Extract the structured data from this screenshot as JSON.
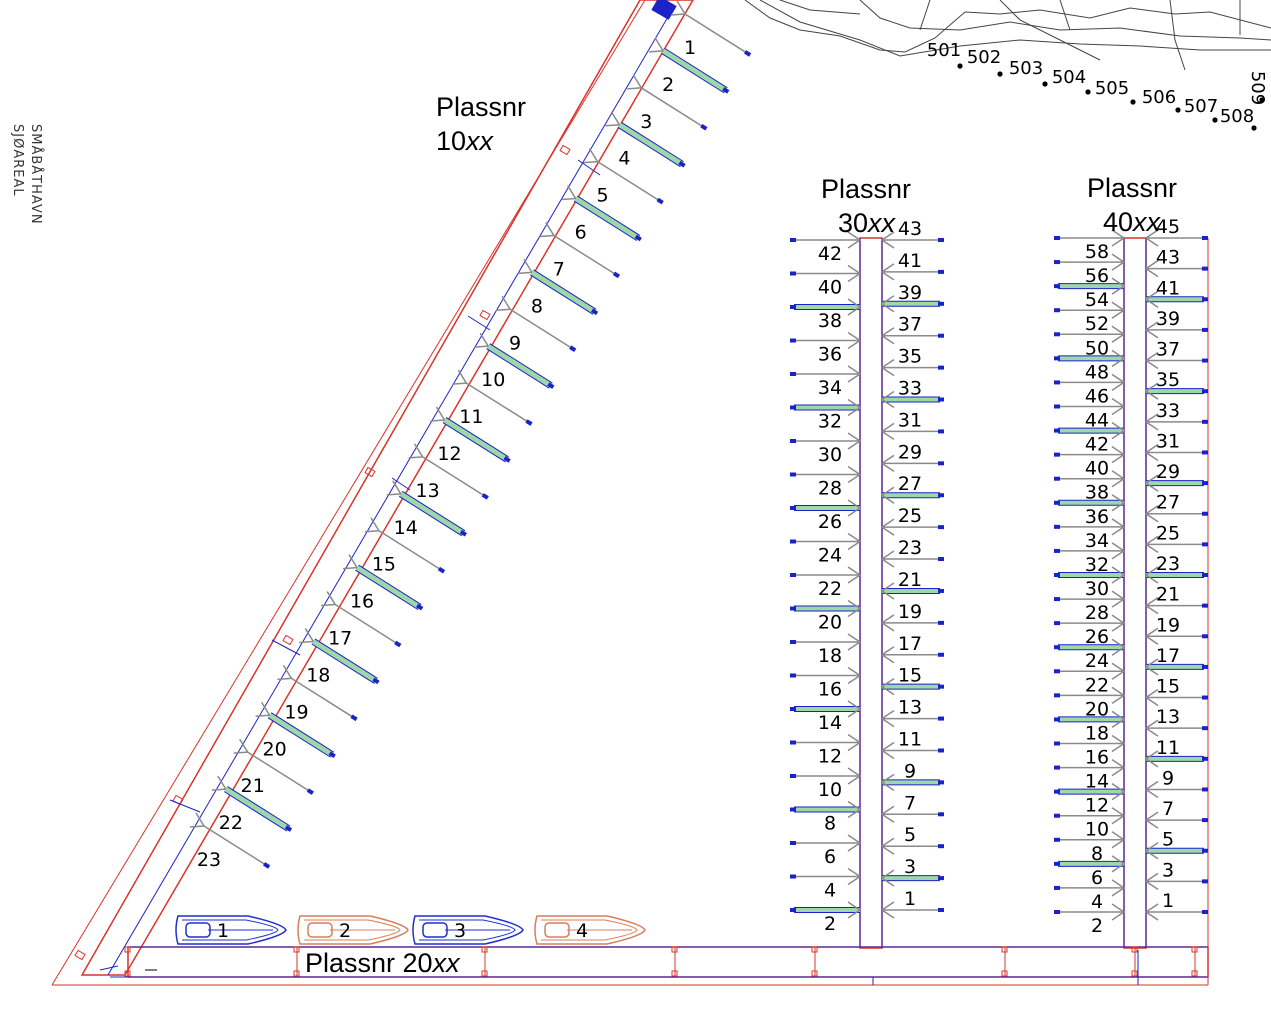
{
  "labels": {
    "pier10_title": "Plassnr",
    "pier10_sub": "10",
    "pier30_title": "Plassnr",
    "pier30_sub": "30",
    "pier40_title": "Plassnr",
    "pier40_sub": "40",
    "pier20_title": "Plassnr 20",
    "xx": "xx",
    "side_line1": "SMÅBÅTHAVN",
    "side_line2": "SJØAREAL"
  },
  "pier10_berths": [
    "1",
    "2",
    "3",
    "4",
    "5",
    "6",
    "7",
    "8",
    "9",
    "10",
    "11",
    "12",
    "13",
    "14",
    "15",
    "16",
    "17",
    "18",
    "19",
    "20",
    "21",
    "22",
    "23"
  ],
  "pier20_berths": [
    "1",
    "2",
    "3",
    "4"
  ],
  "pier30": {
    "left": [
      "42",
      "40",
      "38",
      "36",
      "34",
      "32",
      "30",
      "28",
      "26",
      "24",
      "22",
      "20",
      "18",
      "16",
      "14",
      "12",
      "10",
      "8",
      "6",
      "4",
      "2"
    ],
    "right": [
      "43",
      "41",
      "39",
      "37",
      "35",
      "33",
      "31",
      "29",
      "27",
      "25",
      "23",
      "21",
      "19",
      "17",
      "15",
      "13",
      "11",
      "9",
      "7",
      "5",
      "3",
      "1"
    ]
  },
  "pier40": {
    "left": [
      "58",
      "56",
      "54",
      "52",
      "50",
      "48",
      "46",
      "44",
      "42",
      "40",
      "38",
      "36",
      "34",
      "32",
      "30",
      "28",
      "26",
      "24",
      "22",
      "20",
      "18",
      "16",
      "14",
      "12",
      "10",
      "8",
      "6",
      "4",
      "2"
    ],
    "right": [
      "45",
      "43",
      "41",
      "39",
      "37",
      "35",
      "33",
      "31",
      "29",
      "27",
      "25",
      "23",
      "21",
      "19",
      "17",
      "15",
      "13",
      "11",
      "9",
      "7",
      "5",
      "3",
      "1"
    ]
  },
  "landmarks": [
    "501",
    "502",
    "503",
    "504",
    "505",
    "506",
    "507",
    "508",
    "509"
  ],
  "colors": {
    "pier_red": "#d9342b",
    "walkway_blue": "#1a23c8",
    "finger_green": "#9fd8a8",
    "rope_gray": "#8a8a8a",
    "boat_blue": "#1f2fd0",
    "boat_orange": "#d97e5a"
  }
}
